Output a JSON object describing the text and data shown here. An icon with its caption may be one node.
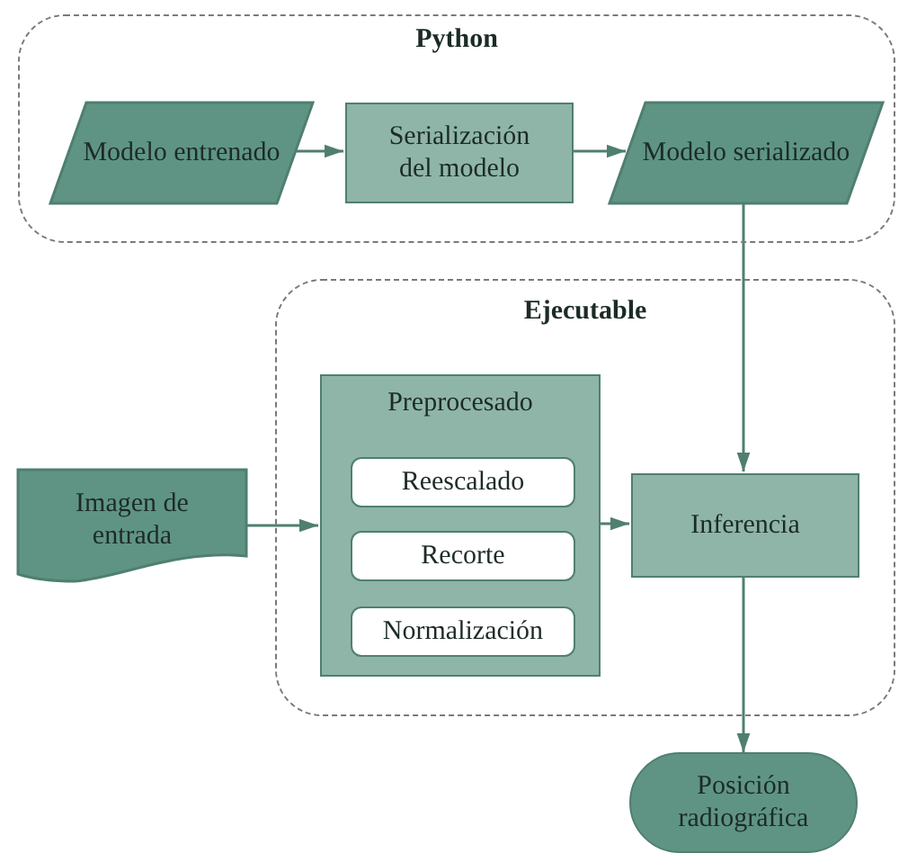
{
  "diagram": {
    "nodes": [
      {
        "text": [
          "Python"
        ]
      },
      {
        "text": [
          "Modelo entrenado"
        ],
        "in": 0
      },
      {
        "text": [
          "Serialización del modelo"
        ],
        "in": 0
      },
      {
        "text": [
          "Modelo serializado"
        ],
        "in": 0
      },
      {
        "text": [
          "Ejecutable"
        ]
      },
      {
        "text": [
          "Imagen de entrada"
        ]
      },
      {
        "text": [
          "Preprocesado"
        ],
        "in": 4
      },
      {
        "text": [
          "Reescalado"
        ],
        "in": 6
      },
      {
        "text": [
          "Recorte"
        ],
        "in": 6
      },
      {
        "text": [
          "Normalización"
        ],
        "in": 6
      },
      {
        "text": [
          "Inferencia"
        ],
        "in": 4
      },
      {
        "text": [
          "Posición radiográfica"
        ]
      }
    ],
    "edges": [
      {
        "from": 1,
        "to": 2,
        "arrow": "to"
      },
      {
        "from": 2,
        "to": 3,
        "arrow": "to"
      },
      {
        "from": 3,
        "to": 10,
        "arrow": "to"
      },
      {
        "from": 5,
        "to": 6,
        "arrow": "to"
      },
      {
        "from": 6,
        "to": 10,
        "arrow": "to"
      },
      {
        "from": 10,
        "to": 11,
        "arrow": "to"
      }
    ]
  }
}
